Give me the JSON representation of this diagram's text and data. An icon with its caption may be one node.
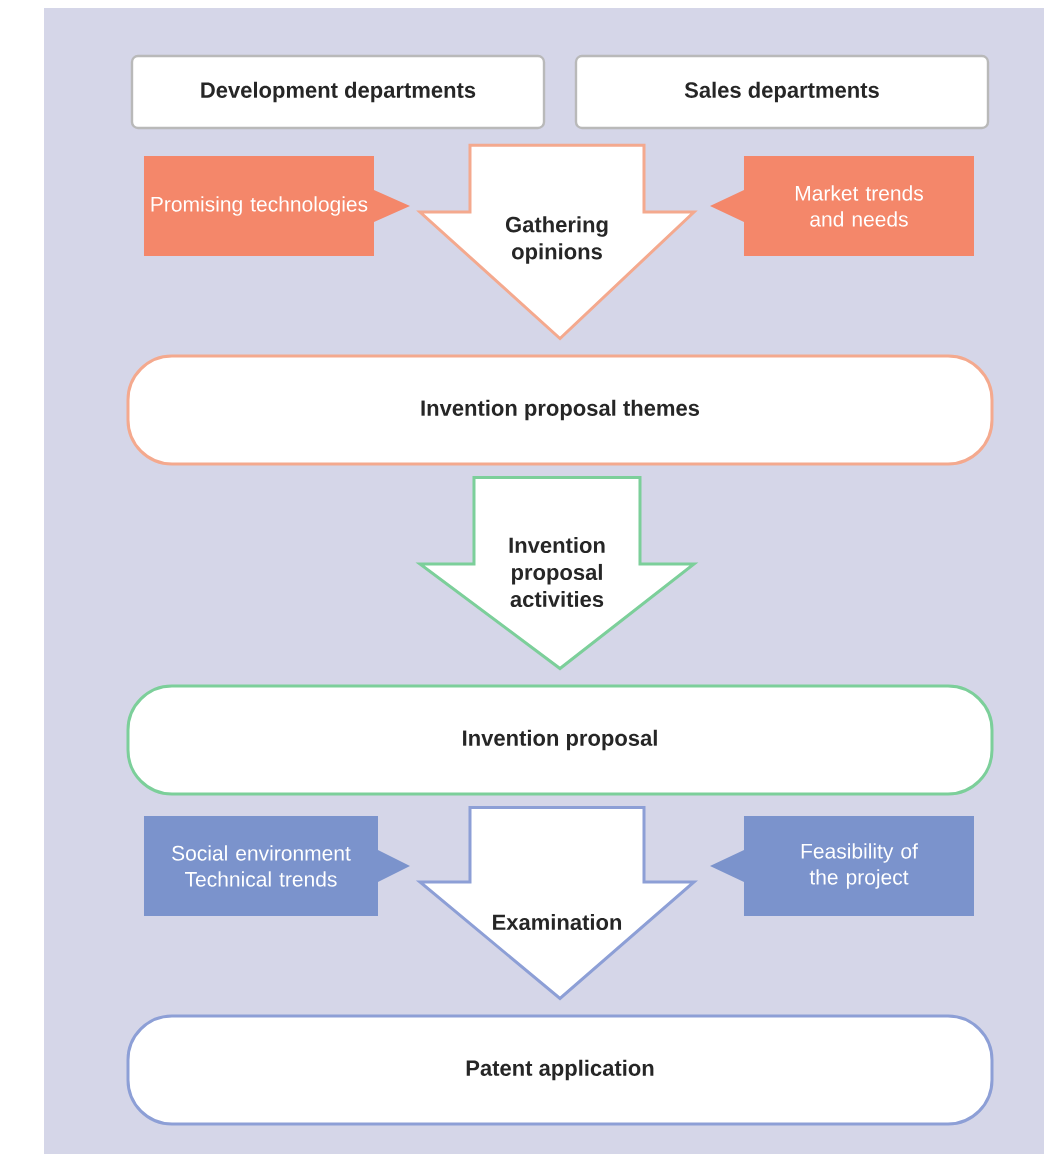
{
  "diagram": {
    "nodes": [
      {
        "text": [
          "Development departments"
        ]
      },
      {
        "text": [
          "Sales departments"
        ]
      },
      {
        "text": [
          "Promising technologies"
        ]
      },
      {
        "text": [
          "Market trends and needs"
        ]
      },
      {
        "text": [
          "Invention proposal themes"
        ]
      },
      {
        "text": [
          "Invention proposal"
        ]
      },
      {
        "text": [
          "Social environment Technical trends"
        ]
      },
      {
        "text": [
          "Feasibility of the project"
        ]
      },
      {
        "text": [
          "Patent application"
        ]
      }
    ],
    "edges": [
      {
        "from": 0,
        "to": 4,
        "arrow": "to",
        "label": "Gathering opinions",
        "color": "#f4a98e"
      },
      {
        "from": 1,
        "to": 4,
        "arrow": "to",
        "color": "#f4a98e"
      },
      {
        "from": 4,
        "to": 5,
        "arrow": "to",
        "label": "Invention proposal activities",
        "color": "#7ccf9a"
      },
      {
        "from": 5,
        "to": 8,
        "arrow": "to",
        "label": "Examination",
        "color": "#8d9fd6"
      }
    ]
  }
}
